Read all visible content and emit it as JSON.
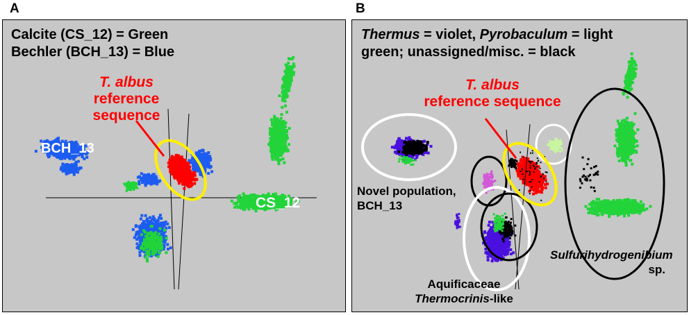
{
  "panel_a": {
    "letter": "A",
    "caption_line1": "Calcite (CS_12) = Green",
    "caption_line2": "Bechler (BCH_13) = Blue",
    "ref_line1": "T. albus",
    "ref_line2": "reference",
    "ref_line3": "sequence",
    "cluster_bch": "BCH_13",
    "cluster_cs": "CS_12"
  },
  "panel_b": {
    "letter": "B",
    "caption_thermus": "Thermus",
    "caption_part1": " = violet, ",
    "caption_pyrobaculum": "Pyrobaculum",
    "caption_part2": " = light",
    "caption_line2": "green; unassigned/misc. = black",
    "ref_line1": "T. albus",
    "ref_line2": "reference sequence",
    "novel_line1": "Novel population,",
    "novel_line2": "BCH_13",
    "aquif_line1": "Aquificaceae",
    "aquif_line2": "Thermocrinis",
    "aquif_line2_suffix": "-like",
    "sulfuri_line1": "Sulfurihydrogenibium",
    "sulfuri_line2": "sp."
  },
  "colors": {
    "background": "#c7c7c7",
    "calcite_green": "#22d43a",
    "bechler_blue": "#1d5cf0",
    "reference_red": "#ff0000",
    "thermus_violet": "#4a10e0",
    "pyrobaculum_light_green": "#c8f5a0",
    "unassigned_black": "#000000",
    "highlight_yellow": "#ffef00"
  }
}
